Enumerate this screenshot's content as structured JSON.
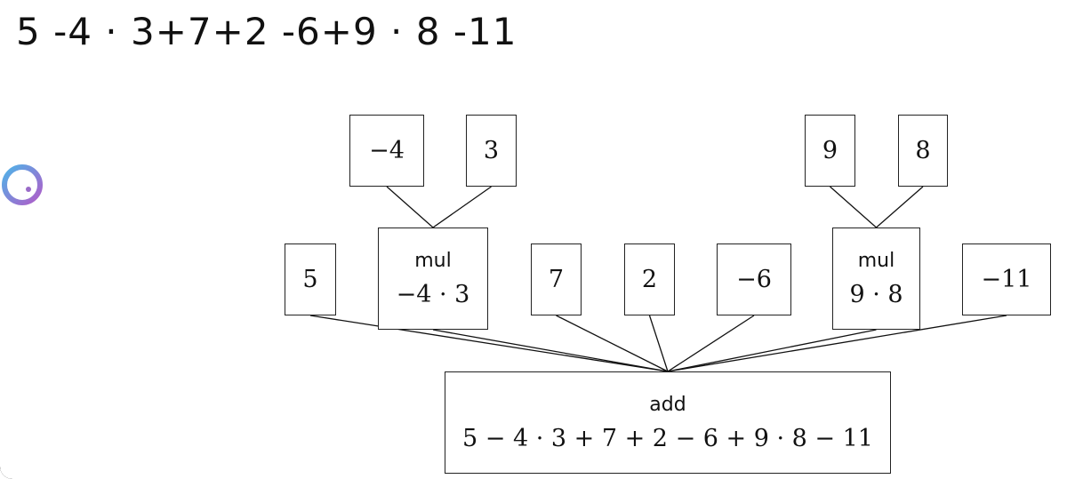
{
  "expression": "5 -4 · 3+7+2 -6+9 · 8 -11",
  "tree": {
    "leaves_top": [
      {
        "id": "n-neg4",
        "value": "−4"
      },
      {
        "id": "n-3",
        "value": "3"
      },
      {
        "id": "n-9",
        "value": "9"
      },
      {
        "id": "n-8",
        "value": "8"
      }
    ],
    "mid": [
      {
        "id": "n-5",
        "value": "5"
      },
      {
        "id": "mul-1",
        "op": "mul",
        "value": "−4 · 3"
      },
      {
        "id": "n-7",
        "value": "7"
      },
      {
        "id": "n-2",
        "value": "2"
      },
      {
        "id": "n-neg6",
        "value": "−6"
      },
      {
        "id": "mul-2",
        "op": "mul",
        "value": "9 · 8"
      },
      {
        "id": "n-neg11",
        "value": "−11"
      }
    ],
    "root": {
      "id": "add-root",
      "op": "add",
      "value": "5 − 4 · 3 + 7 + 2 − 6 + 9 · 8 − 11"
    },
    "edges": [
      [
        "n-neg4",
        "mul-1"
      ],
      [
        "n-3",
        "mul-1"
      ],
      [
        "n-9",
        "mul-2"
      ],
      [
        "n-8",
        "mul-2"
      ],
      [
        "n-5",
        "add-root"
      ],
      [
        "mul-1",
        "add-root"
      ],
      [
        "n-7",
        "add-root"
      ],
      [
        "n-2",
        "add-root"
      ],
      [
        "n-neg6",
        "add-root"
      ],
      [
        "mul-2",
        "add-root"
      ],
      [
        "n-neg11",
        "add-root"
      ]
    ]
  },
  "colors": {
    "line": "#111111",
    "box_border": "#222222",
    "loader_gradient": [
      "#4fb3e8",
      "#b05cc9"
    ]
  },
  "icons": {
    "loader": "loading-spinner-icon"
  }
}
